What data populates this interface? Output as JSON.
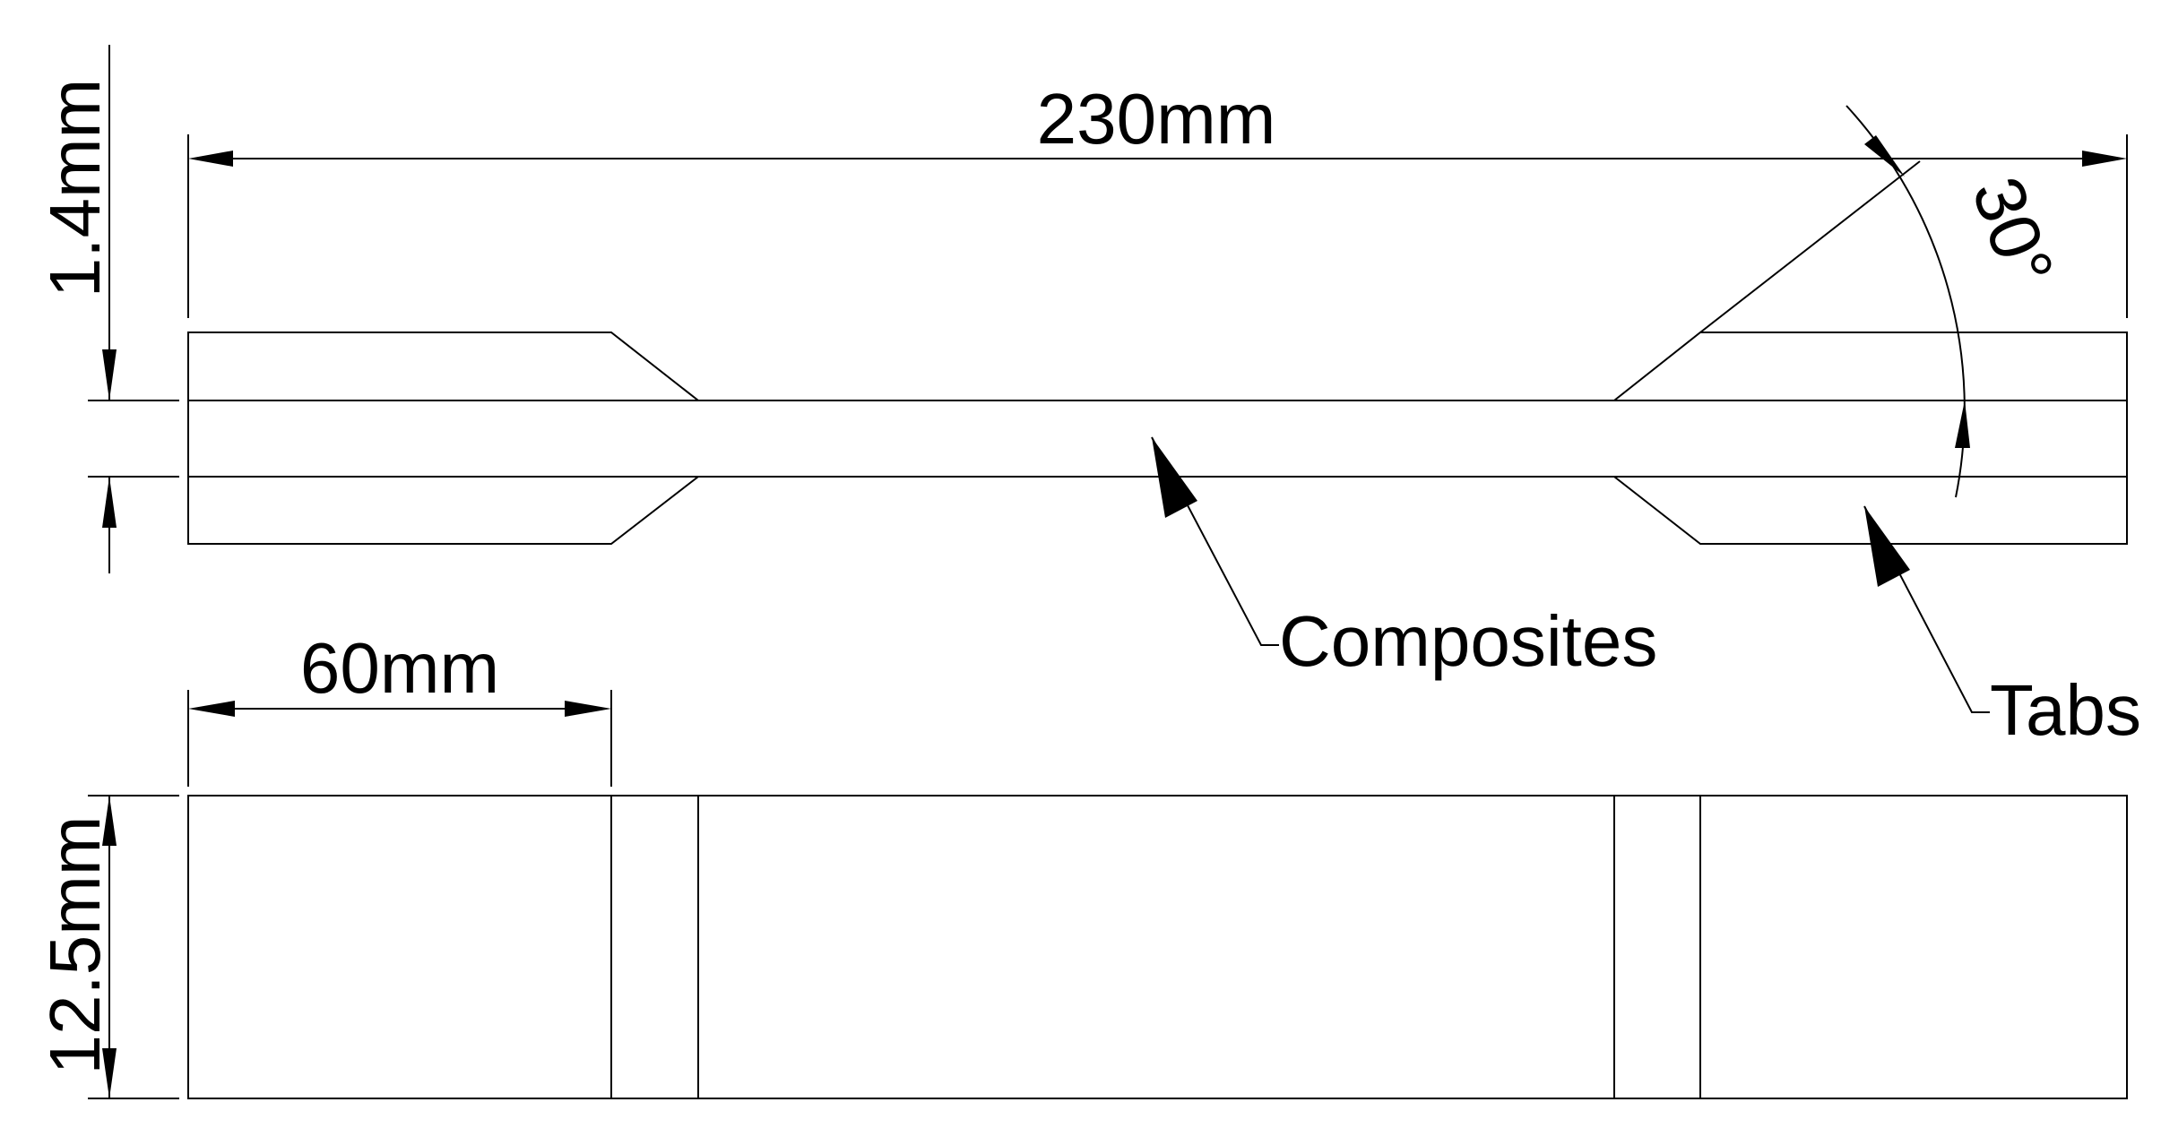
{
  "dimensions": {
    "overall_length": "230mm",
    "thickness": "1.4mm",
    "tab_length": "60mm",
    "width": "12.5mm",
    "bevel_angle": "30°"
  },
  "callouts": {
    "composites": "Composites",
    "tabs": "Tabs"
  },
  "colors": {
    "line": "#000000",
    "background": "#ffffff"
  }
}
